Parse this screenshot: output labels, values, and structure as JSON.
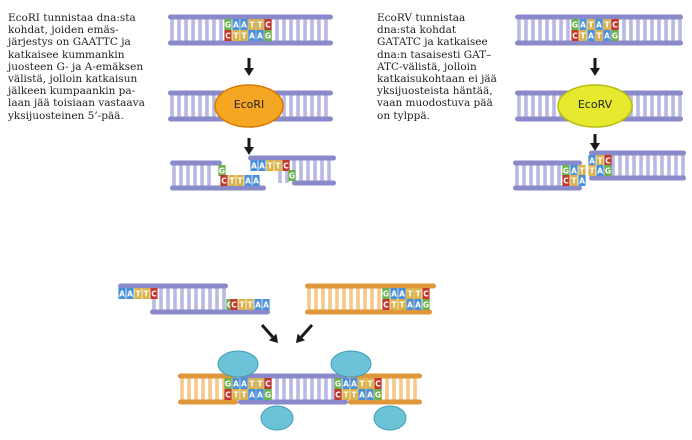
{
  "texts": {
    "ecori_description": "EcoRI tunnistaa dna:sta\nkohdat, joiden emäs-\njärjestys on GAATTC ja\nkatkaisee kummankin\njuosteen G- ja A-emäksen\nvälistä, jolloin katkaisun\njälkeen kumpaankin pa-\nlaan jää toisiaan vastaava\nyksijuosteinen 5’-pää.",
    "ecorv_description": "EcoRV tunnistaa\ndna:sta kohdat\nGATATC ja katkaisee\ndna:n tasaisesti GAT–\nATC-välistä, jolloin\nkatkaisukohtaan ei jää\nyksijuosteista häntää,\nvaan muodostuva pää\non tylppä."
  },
  "enzymes": {
    "ecori": {
      "label": "EcoRI",
      "fill": "#f5a623",
      "stroke": "#d97a00"
    },
    "ecorv": {
      "label": "EcoRV",
      "fill": "#e6ea2e",
      "stroke": "#b8bb10"
    }
  },
  "sequences": {
    "ecori_top": [
      "G",
      "A",
      "A",
      "T",
      "T",
      "C"
    ],
    "ecori_bottom": [
      "C",
      "T",
      "T",
      "A",
      "A",
      "G"
    ],
    "ecorv_top": [
      "G",
      "A",
      "T",
      "A",
      "T",
      "C"
    ],
    "ecorv_bottom": [
      "C",
      "T",
      "A",
      "T",
      "A",
      "G"
    ]
  },
  "colors": {
    "backbone_purple": "#8a8acb",
    "rung_purple": "#b9b9e4",
    "backbone_orange": "#e0963a",
    "rung_orange": "#f6c88a",
    "ligase": "#6cc3d8",
    "base_A": "#4a90d9",
    "base_T": "#d8b24a",
    "base_G": "#6ab04c",
    "base_C": "#c0392b",
    "arrow": "#1a1a1a"
  }
}
